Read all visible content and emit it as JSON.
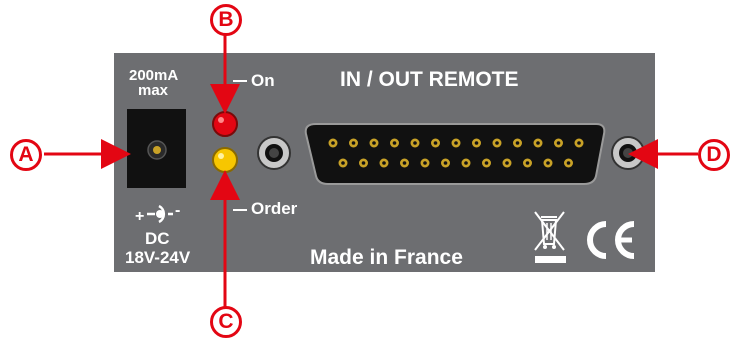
{
  "panel": {
    "power": {
      "current_top": "200mA",
      "current_bottom": "max",
      "type": "DC",
      "voltage": "18V-24V"
    },
    "leds": {
      "on_label": "On",
      "order_label": "Order",
      "on_color": "#e30613",
      "order_color": "#f7c600"
    },
    "connector_title": "IN / OUT REMOTE",
    "origin": "Made in France",
    "marks": [
      "weee-crossed-bin-icon",
      "ce-mark-icon"
    ]
  },
  "callouts": [
    {
      "id": "A",
      "label": "A"
    },
    {
      "id": "B",
      "label": "B"
    },
    {
      "id": "C",
      "label": "C"
    },
    {
      "id": "D",
      "label": "D"
    }
  ],
  "colors": {
    "panel": "#6d6e71",
    "callout": "#e30613",
    "jack": "#111111",
    "pin": "#c9a227"
  }
}
